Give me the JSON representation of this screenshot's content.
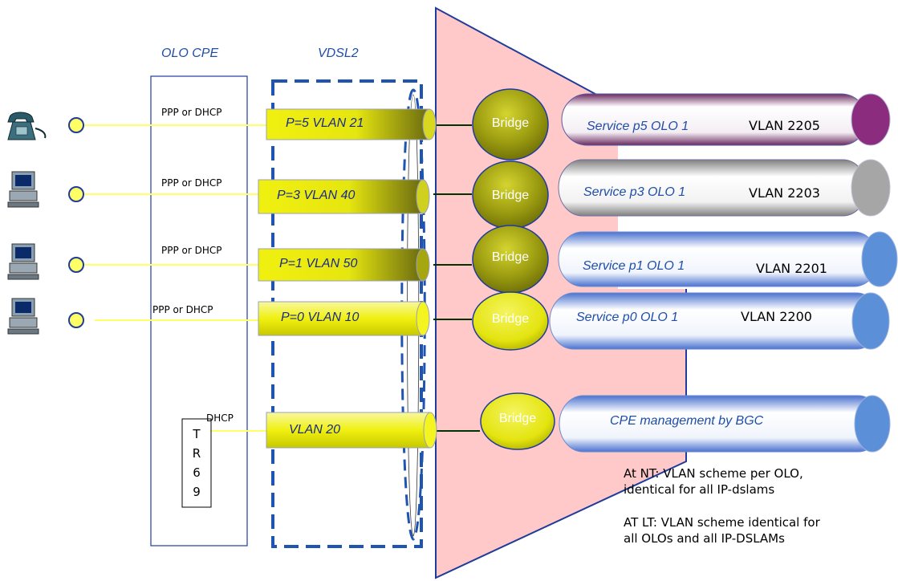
{
  "headings": {
    "cpe": "OLO CPE",
    "vdsl": "VDSL2"
  },
  "protocols": [
    "PPP or DHCP",
    "PPP or DHCP",
    "PPP or DHCP",
    "PPP or DHCP",
    "DHCP"
  ],
  "devices": [
    "phone-icon",
    "computer-icon",
    "computer-icon",
    "computer-icon"
  ],
  "pipes": [
    "P=5 VLAN 21",
    "P=3 VLAN 40",
    "P=1 VLAN 50",
    "P=0 VLAN 10",
    "VLAN 20"
  ],
  "bridges": [
    "Bridge",
    "Bridge",
    "Bridge",
    "Bridge",
    "Bridge"
  ],
  "services": [
    {
      "name": "Service p5 OLO 1",
      "vlan": "VLAN 2205",
      "cap_color": "#8b2c7e"
    },
    {
      "name": "Service p3 OLO 1",
      "vlan": "VLAN 2203",
      "cap_color": "#a6a6a6"
    },
    {
      "name": "Service p1 OLO 1",
      "vlan": "VLAN 2201",
      "cap_color": "#5b8fd8"
    },
    {
      "name": "Service p0 OLO 1",
      "vlan": "VLAN 2200",
      "cap_color": "#5b8fd8"
    },
    {
      "name": "CPE management by BGC",
      "vlan": "",
      "cap_color": "#5b8fd8"
    }
  ],
  "tr69": [
    "T",
    "R",
    "6",
    "9"
  ],
  "notes": {
    "nt": [
      "At NT: VLAN scheme per OLO,",
      "identical for all IP-dslams"
    ],
    "lt": [
      "AT LT: VLAN scheme identical for",
      "all OLOs and all IP-DSLAMs"
    ]
  },
  "colors": {
    "title_blue": "#1f4ea8",
    "line_yellow": "#ffff66",
    "funnel_pink": "#ffc9c9",
    "funnel_edge": "#1f3c9c",
    "pipe_yellow": "#f2f20a",
    "bridge_olive": "#8a8a0a",
    "dash_blue": "#1f55b0"
  }
}
